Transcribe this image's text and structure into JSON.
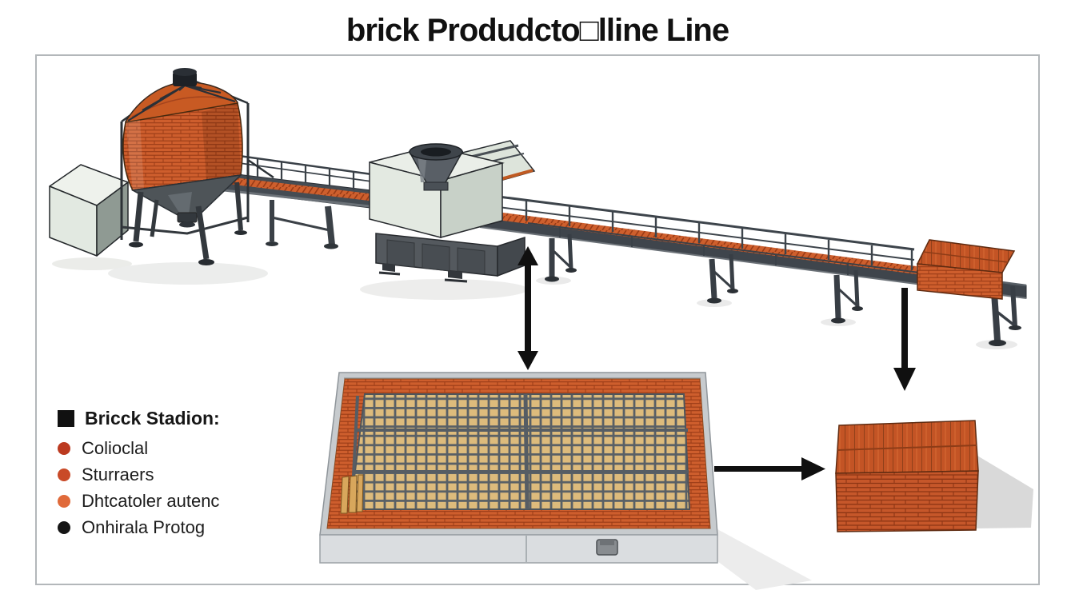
{
  "title": "brick Produdcto□lline Line",
  "legend": {
    "heading": "Bricck Stadion:",
    "heading_marker_color": "#111111",
    "items": [
      {
        "label": "Colioclal",
        "color": "#bc3a20"
      },
      {
        "label": "Sturraers",
        "color": "#c94a28"
      },
      {
        "label": "Dhtcatoler autenc",
        "color": "#e06a3a"
      },
      {
        "label": "Onhirala Protog",
        "color": "#151515"
      }
    ]
  },
  "diagram": {
    "stations": [
      "material-box",
      "clay-silo",
      "feed-conveyor",
      "extruder-press",
      "brick-conveyor",
      "green-brick-stack",
      "drying-bed",
      "fired-brick-stack"
    ],
    "flow_arrows": [
      "conveyor-to-drying-bed-double-arrow",
      "conveyor-end-down-arrow",
      "drying-bed-to-stack-arrow"
    ]
  },
  "colors": {
    "background": "#ffffff",
    "frame_border": "#b3b7ba",
    "brick_orange": "#ce5e2d",
    "brick_mortar": "#9a3c17",
    "machine_light": "#e3e9e1",
    "steel_dark": "#454c53",
    "bed_grid_tan": "#debc7d",
    "bed_base_gray": "#dadde0",
    "arrow_black": "#101010"
  }
}
